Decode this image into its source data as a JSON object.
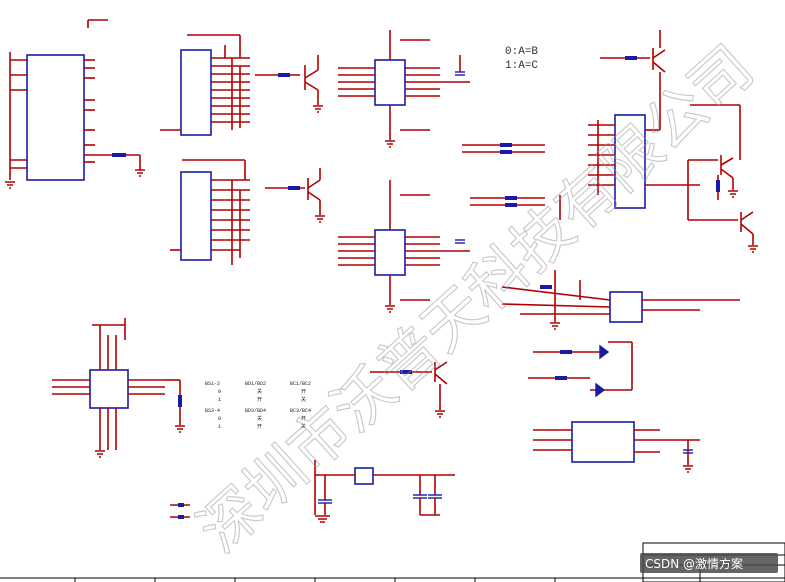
{
  "mux_note": {
    "line1": "0:A=B",
    "line2": "1:A=C"
  },
  "truth_table_1": {
    "header": [
      "BS1-2",
      "BD1/BD2",
      "BC1/BC2"
    ],
    "rows": [
      [
        "0",
        "关",
        "开"
      ],
      [
        "1",
        "开",
        "关"
      ]
    ]
  },
  "truth_table_2": {
    "header": [
      "BS3-4",
      "BD3/BD4",
      "BC3/BC4"
    ],
    "rows": [
      [
        "0",
        "关",
        "开"
      ],
      [
        "1",
        "开",
        "关"
      ]
    ]
  },
  "watermark": "深圳市沃普天科技有限公司",
  "credit": "CSDN @激情方案",
  "colors": {
    "wire": "#b00000",
    "component": "#1a1aa6",
    "background": "#ffffff"
  }
}
